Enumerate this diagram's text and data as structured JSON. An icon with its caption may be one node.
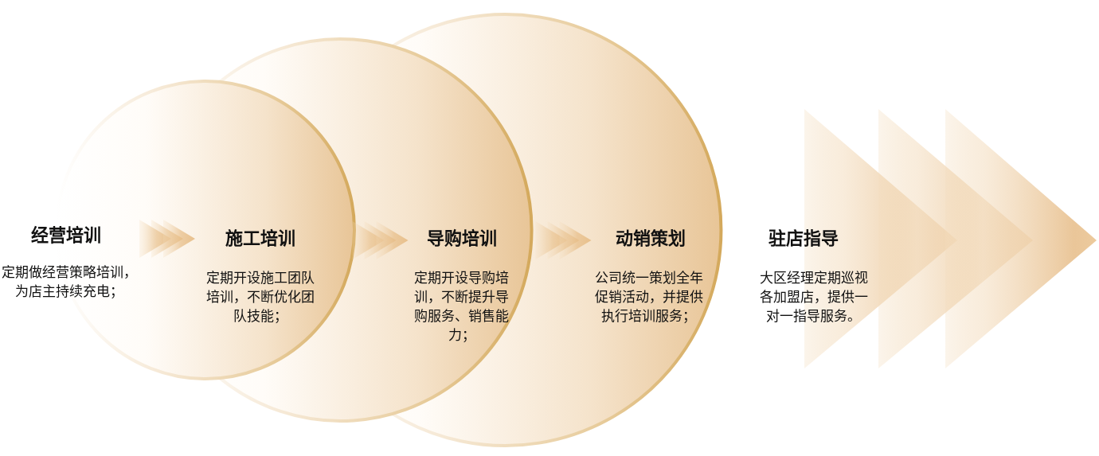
{
  "diagram": {
    "nodes": [
      {
        "text": [
          "经营培训",
          "定期做经营策略培训，为店主持续充电；"
        ]
      },
      {
        "text": [
          "施工培训",
          "定期开设施工团队培训，不断优化团队技能；"
        ]
      },
      {
        "text": [
          "导购培训",
          "定期开设导购培训，不断提升导购服务、销售能力；"
        ]
      },
      {
        "text": [
          "动销策划",
          "公司统一策划全年促销活动，并提供执行培训服务；"
        ]
      },
      {
        "text": [
          "驻店指导",
          "大区经理定期巡视各加盟店，提供一对一指导服务。"
        ]
      }
    ],
    "edges": [
      {
        "from": 0,
        "to": 1,
        "arrow": "to"
      },
      {
        "from": 1,
        "to": 2,
        "arrow": "to"
      },
      {
        "from": 2,
        "to": 3,
        "arrow": "to"
      }
    ]
  }
}
